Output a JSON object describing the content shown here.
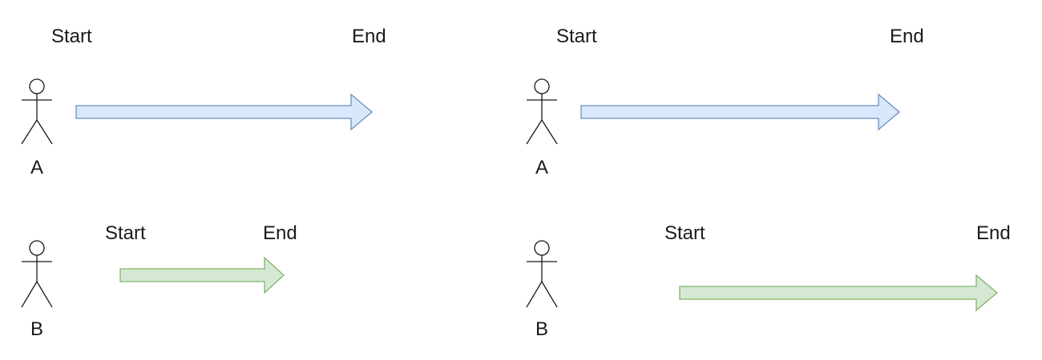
{
  "colors": {
    "blue_fill": "#dae8fc",
    "blue_stroke": "#6c8ebf",
    "green_fill": "#d5e8d4",
    "green_stroke": "#82b366",
    "text": "#1a1a1a"
  },
  "panels": [
    {
      "actors": [
        {
          "label": "A",
          "arrow": {
            "start_label": "Start",
            "end_label": "End",
            "color": "blue"
          }
        },
        {
          "label": "B",
          "arrow": {
            "start_label": "Start",
            "end_label": "End",
            "color": "green"
          }
        }
      ]
    },
    {
      "actors": [
        {
          "label": "A",
          "arrow": {
            "start_label": "Start",
            "end_label": "End",
            "color": "blue"
          }
        },
        {
          "label": "B",
          "arrow": {
            "start_label": "Start",
            "end_label": "End",
            "color": "green"
          }
        }
      ]
    }
  ],
  "icons": {
    "actor": "stick-figure-icon",
    "arrow": "right-arrow-icon"
  }
}
